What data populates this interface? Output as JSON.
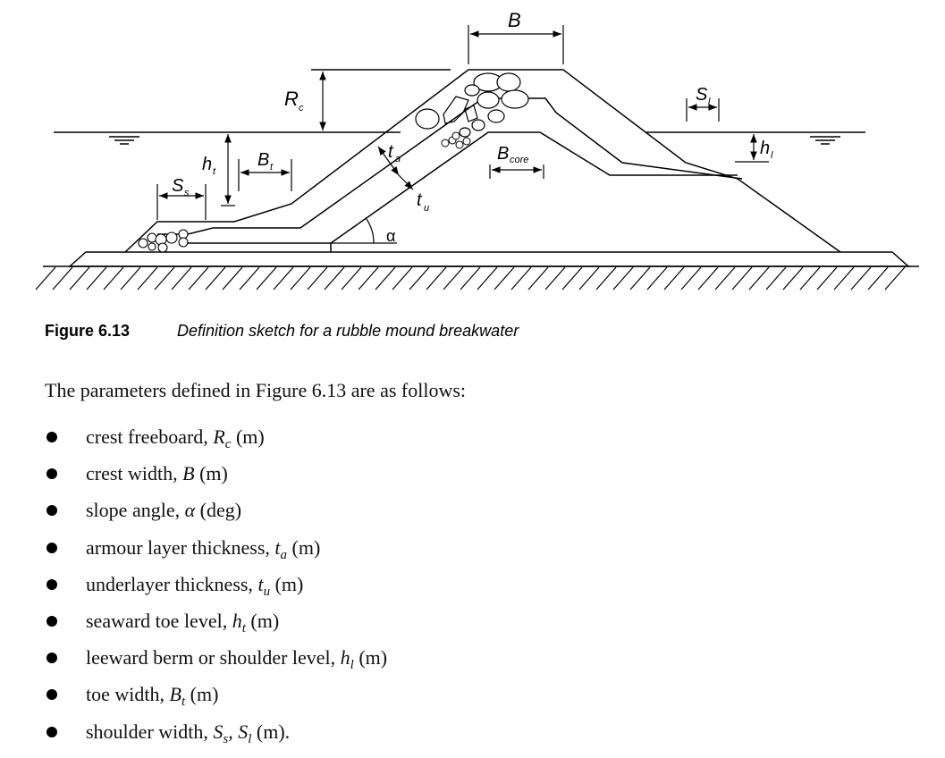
{
  "figure": {
    "labels": {
      "B": "B",
      "Rc": "R",
      "Rc_sub": "c",
      "Sl": "S",
      "Sl_sub": "l",
      "hl": "h",
      "hl_sub": "l",
      "ht": "h",
      "ht_sub": "t",
      "Bt": "B",
      "Bt_sub": "t",
      "Ss": "S",
      "Ss_sub": "s",
      "ta": "t",
      "ta_sub": "a",
      "tu": "t",
      "tu_sub": "u",
      "Bcore": "B",
      "Bcore_sub": "core",
      "alpha": "α"
    }
  },
  "caption": {
    "number": "Figure 6.13",
    "title": "Definition sketch for a rubble mound breakwater"
  },
  "intro": "The parameters defined in Figure 6.13 are as follows:",
  "parameters": [
    {
      "text": "crest freeboard, ",
      "symbol": "R",
      "sub": "c",
      "unit": " (m)"
    },
    {
      "text": "crest width, ",
      "symbol": "B",
      "sub": "",
      "unit": " (m)"
    },
    {
      "text": "slope angle, ",
      "symbol": "α",
      "sub": "",
      "unit": " (deg)"
    },
    {
      "text": "armour layer thickness, ",
      "symbol": "t",
      "sub": "a",
      "unit": " (m)"
    },
    {
      "text": "underlayer thickness, ",
      "symbol": "t",
      "sub": "u",
      "unit": " (m)"
    },
    {
      "text": "seaward toe level, ",
      "symbol": "h",
      "sub": "t",
      "unit": " (m)"
    },
    {
      "text": "leeward berm or shoulder level, ",
      "symbol": "h",
      "sub": "l",
      "unit": " (m)"
    },
    {
      "text": "toe width, ",
      "symbol": "B",
      "sub": "t",
      "unit": " (m)"
    },
    {
      "text": "shoulder width, ",
      "symbol": "S",
      "sub": "s",
      "unit": ", ",
      "symbol2": "S",
      "sub2": "l",
      "unit2": " (m)."
    }
  ]
}
